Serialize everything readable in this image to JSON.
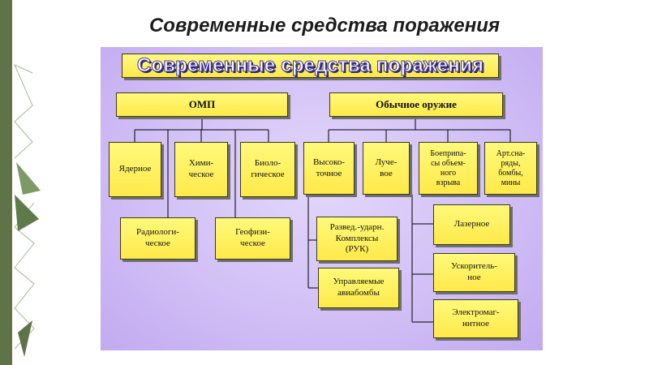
{
  "slide": {
    "title": "Современные средства поражения"
  },
  "diagram": {
    "header": "Современные средства поражения",
    "level1": {
      "omp": "ОМП",
      "conventional": "Обычное оружие"
    },
    "omp_children": {
      "nuclear": "Ядерное",
      "chemical": "Хими-\nческое",
      "biological": "Биоло-\nгическое",
      "radiological": "Радиологи-\nческое",
      "geophysical": "Геофизи-\nческое"
    },
    "conventional_children": {
      "precision": "Высоко-\nточное",
      "beam": "Луче-\nвое",
      "volume_explosion": "Боеприпа-\nсы объем-\nного\nвзрыва",
      "artillery": "Арт.сна-\nряды,\nбомбы,\nмины"
    },
    "precision_children": {
      "recon_strike": "Развед.-ударн.\nКомплексы\n(РУК)",
      "guided_bombs": "Управляемые\nавиабомбы"
    },
    "beam_children": {
      "laser": "Лазерное",
      "accelerator": "Ускоритель-\nное",
      "electromagnetic": "Электромаг-\nнитное"
    }
  }
}
